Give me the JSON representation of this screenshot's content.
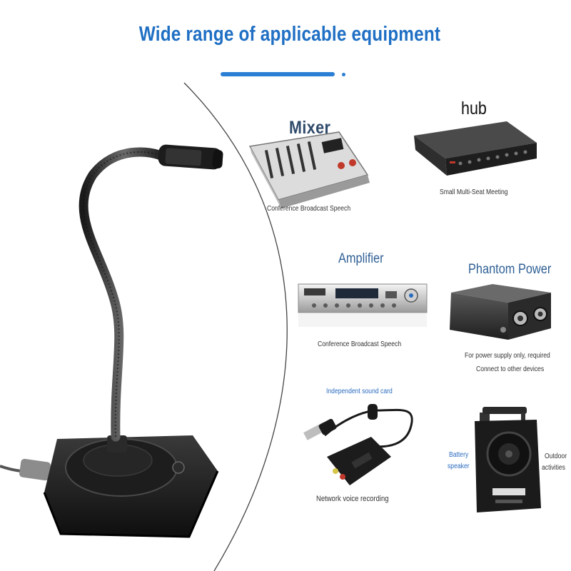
{
  "title": "Wide range of applicable equipment",
  "devices": {
    "mixer": {
      "heading": "Mixer",
      "caption": "Conference Broadcast Speech"
    },
    "hub": {
      "heading": "hub",
      "caption": "Small Multi-Seat Meeting"
    },
    "amplifier": {
      "heading": "Amplifier",
      "caption": "Conference Broadcast Speech"
    },
    "phantom_power": {
      "heading": "Phantom Power",
      "caption_line1": "For power supply only, required",
      "caption_line2": "Connect to other devices"
    },
    "sound_card": {
      "heading": "Independent sound card",
      "caption": "Network voice recording"
    },
    "speaker": {
      "left_label_line1": "Battery",
      "left_label_line2": "speaker",
      "right_label_line1": "Outdoor",
      "right_label_line2": "activities"
    }
  },
  "colors": {
    "accent": "#1f6fc4",
    "heading": "#2e5f95",
    "caption": "#333333"
  }
}
